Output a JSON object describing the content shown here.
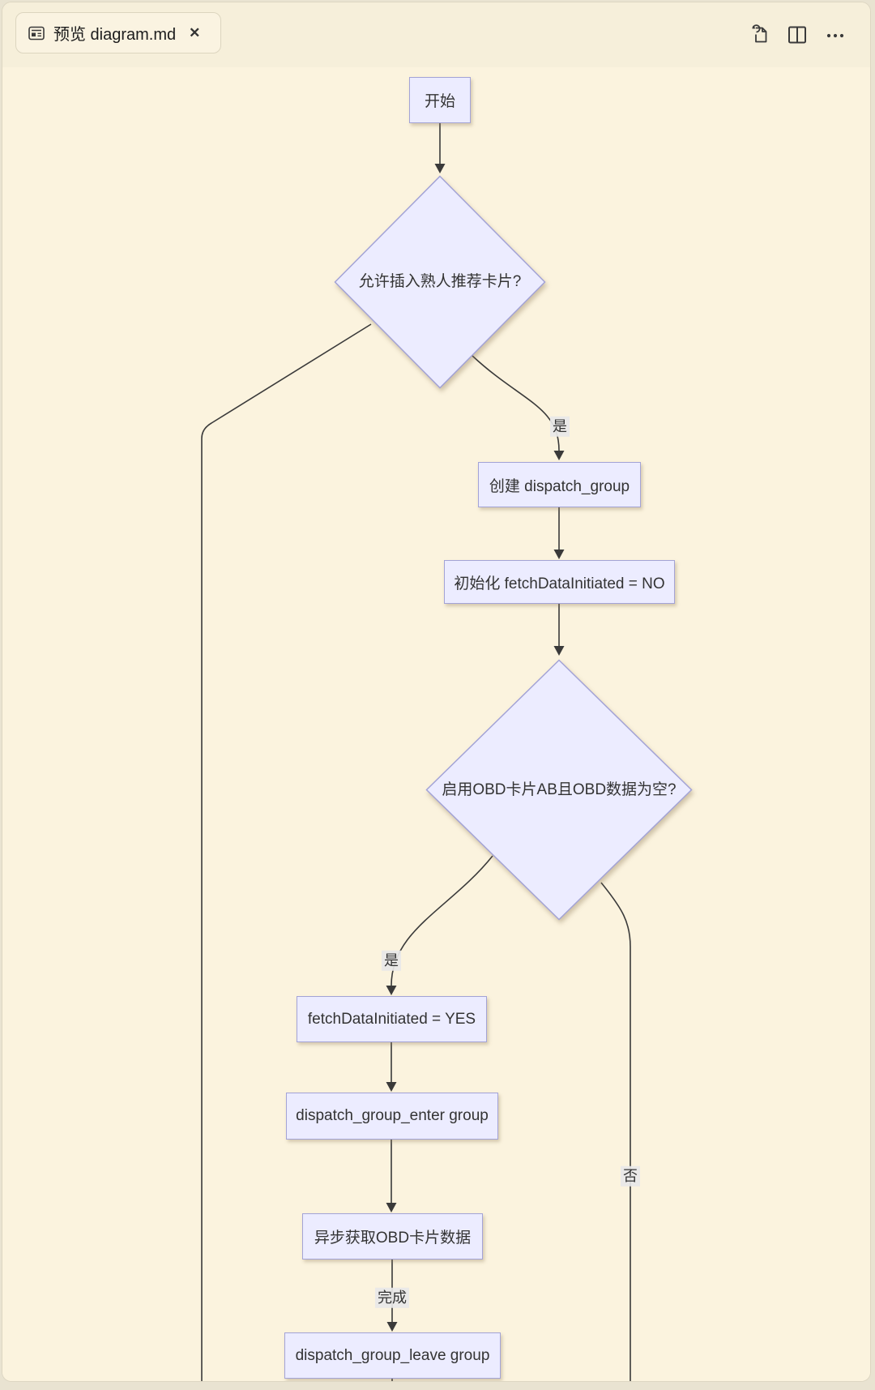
{
  "tab_bar": {
    "tab": {
      "title": "预览 diagram.md"
    },
    "icons": {
      "preview": "markdown-preview",
      "close": "✕",
      "refresh_file": "file-with-circular-arrow",
      "split_editor": "split-editor",
      "more_actions": "⋯"
    }
  },
  "diagram": {
    "nodes": {
      "start": {
        "label": "开始",
        "type": "rect"
      },
      "d1": {
        "label": "允许插入熟人推荐卡片?",
        "type": "diamond"
      },
      "create": {
        "label": "创建 dispatch_group",
        "type": "rect"
      },
      "init": {
        "label": "初始化 fetchDataInitiated = NO",
        "type": "rect"
      },
      "d2": {
        "label": "启用OBD卡片AB且OBD数据为空?",
        "type": "diamond"
      },
      "yesbox": {
        "label": "fetchDataInitiated = YES",
        "type": "rect"
      },
      "enter": {
        "label": "dispatch_group_enter group",
        "type": "rect"
      },
      "async": {
        "label": "异步获取OBD卡片数据",
        "type": "rect"
      },
      "leave": {
        "label": "dispatch_group_leave group",
        "type": "rect"
      }
    },
    "edges": [
      {
        "from": "start",
        "to": "d1",
        "label": ""
      },
      {
        "from": "d1",
        "to": "create",
        "label": "是"
      },
      {
        "from": "d1",
        "to": "offscreen-bottom-left",
        "label": ""
      },
      {
        "from": "create",
        "to": "init",
        "label": ""
      },
      {
        "from": "init",
        "to": "d2",
        "label": ""
      },
      {
        "from": "d2",
        "to": "yesbox",
        "label": "是"
      },
      {
        "from": "d2",
        "to": "offscreen-bottom-right",
        "label": "否"
      },
      {
        "from": "yesbox",
        "to": "enter",
        "label": ""
      },
      {
        "from": "enter",
        "to": "async",
        "label": ""
      },
      {
        "from": "async",
        "to": "leave",
        "label": "完成"
      },
      {
        "from": "leave",
        "to": "offscreen-bottom",
        "label": ""
      }
    ],
    "edge_labels": {
      "yes1": "是",
      "yes2": "是",
      "no2": "否",
      "done": "完成"
    },
    "colors": {
      "node_fill": "#ECECFF",
      "node_border": "#A3A3D6",
      "edge": "#3A3A3A",
      "background": "#FBF3DE",
      "edge_label_bg": "#E8E8E8"
    }
  }
}
